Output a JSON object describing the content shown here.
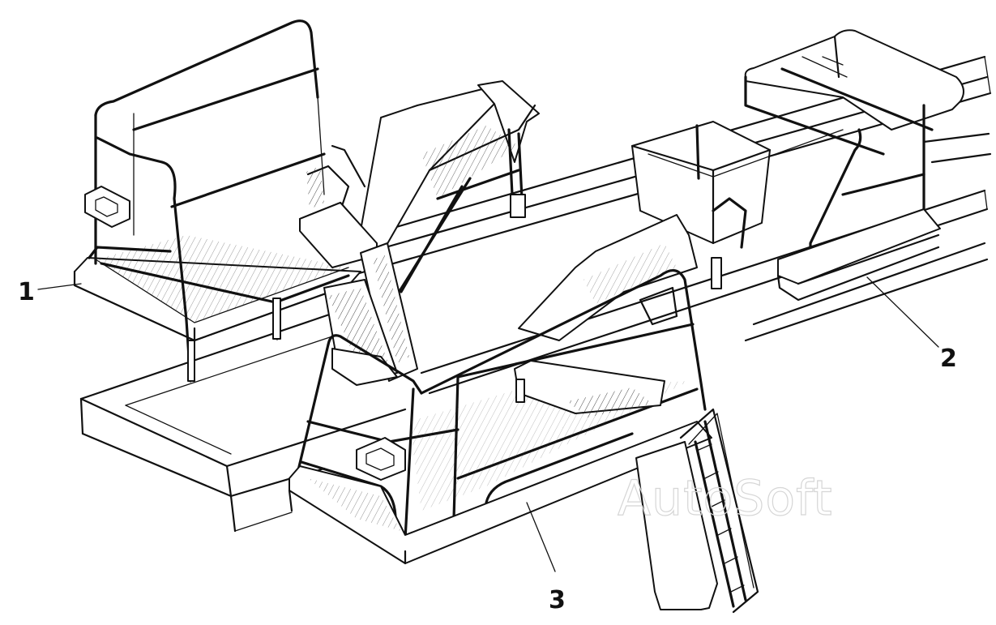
{
  "callouts": [
    {
      "text": "1"
    },
    {
      "text": "2"
    },
    {
      "text": "3"
    }
  ],
  "watermark": "AutoSoft"
}
